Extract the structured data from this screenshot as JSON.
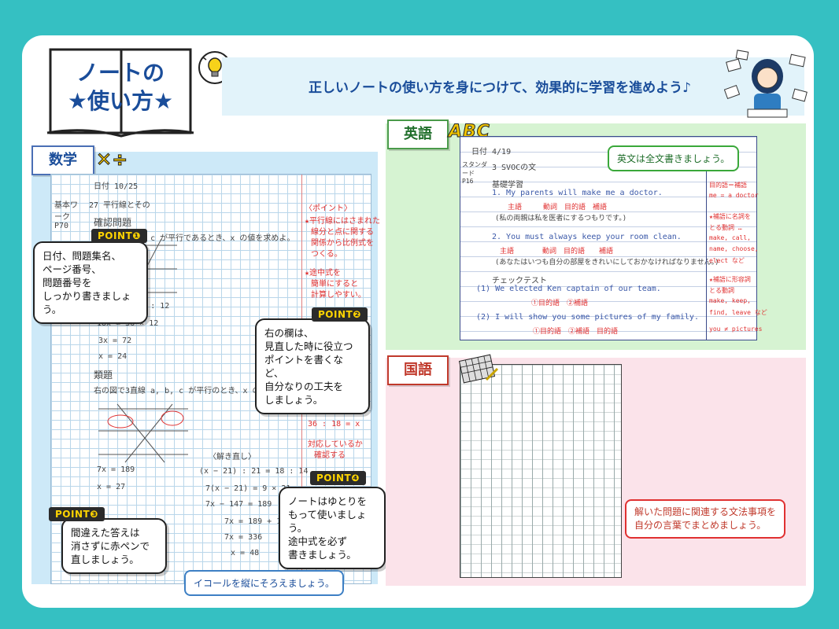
{
  "title": {
    "line1": "ノートの",
    "line2": "★使い方★"
  },
  "banner": {
    "text": "正しいノートの使い方を身につけて、効果的に学習を進めよう♪"
  },
  "tabs": {
    "math": "数学",
    "english": "英語",
    "japanese": "国語"
  },
  "decor": {
    "abc": "ABC",
    "math_symbols": "✕÷"
  },
  "math_note": {
    "date_label": "日付 10/25",
    "book_label": "基本ワーク P70",
    "lesson": "27 平行線とその",
    "section1": "確認問題",
    "problem1": "a, b, c が平行であるとき、x の値を求めよ。",
    "section2": "類題",
    "problem2": "右の図で3直線 a, b, c が平行のとき、x の値を求めよ。",
    "work": [
      "36 : x = 18 : 12",
      "18x = 36 × 12",
      "3x = 72",
      "x = 24"
    ],
    "correction_title": "〈解き直し〉",
    "correction": [
      "(x − 21) : 21 = 18 : 14",
      "7(x − 21) = 9 × 21",
      "7x − 147 = 189",
      "7x = 189 + 147",
      "7x = 336",
      "x = 48"
    ],
    "wrong": [
      "7x = 189",
      "x = 27"
    ],
    "side_title": "〈ポイント〉",
    "side_notes": [
      "★平行線にはさまれた",
      "線分と点に関する",
      "関係から比例式を",
      "つくる。",
      "★途中式を",
      "簡単にすると",
      "計算しやすい。",
      "36 : 18 = x",
      "対応しているか",
      "確認する"
    ]
  },
  "points": {
    "p1": {
      "badge": "POINT❶",
      "text": [
        "日付、問題集名、",
        "ページ番号、",
        "問題番号を",
        "しっかり書きましょう。"
      ]
    },
    "p2": {
      "badge": "POINT❷",
      "text": [
        "右の欄は、",
        "見直した時に役立つ",
        "ポイントを書くなど、",
        "自分なりの工夫を",
        "しましょう。"
      ]
    },
    "p3": {
      "badge": "POINT❸",
      "text": [
        "間違えた答えは",
        "消さずに赤ペンで",
        "直しましょう。"
      ]
    },
    "p4": {
      "badge": "POINT❹",
      "text": [
        "ノートはゆとりを",
        "もって使いましょう。",
        "途中式を必ず",
        "書きましょう。"
      ]
    }
  },
  "math_tip": "イコールを縦にそろえましょう。",
  "english_tip": "英文は全文書きましょう。",
  "japanese_tip": [
    "解いた問題に関連する文法事項を",
    "自分の言葉でまとめましょう。"
  ],
  "english_note": {
    "date": "日付 4/19",
    "book": "スタンダード P16",
    "lesson": "3 SVOCの文",
    "section1": "基礎学習",
    "s1": "1. My parents will make me a doctor.",
    "s1_labels": "主語　　　動詞　目的語　補語",
    "s1_jp": "(私の両親は私を医者にするつもりです。)",
    "s2": "2. You must always keep your room clean.",
    "s2_labels": "主語　　　　動詞　目的語　　補語",
    "s2_jp": "(あなたはいつも自分の部屋をきれいにしておかなければなりません。)",
    "section2": "チェックテスト",
    "t1": "(1) We elected Ken captain of our team.",
    "t1_labels": "①目的語　②補語",
    "t2": "(2) I will show you some pictures of my family.",
    "t2_labels": "①目的語　②補語　目的語",
    "side": [
      "目的語＝補語",
      "me = a doctor",
      "★補語に名詞を",
      "とる動詞 …",
      "make, call,",
      "name, choose,",
      "elect など",
      "★補語に形容詞",
      "とる動詞",
      "make, keep,",
      "find, leave など",
      "you ≠ pictures"
    ]
  }
}
